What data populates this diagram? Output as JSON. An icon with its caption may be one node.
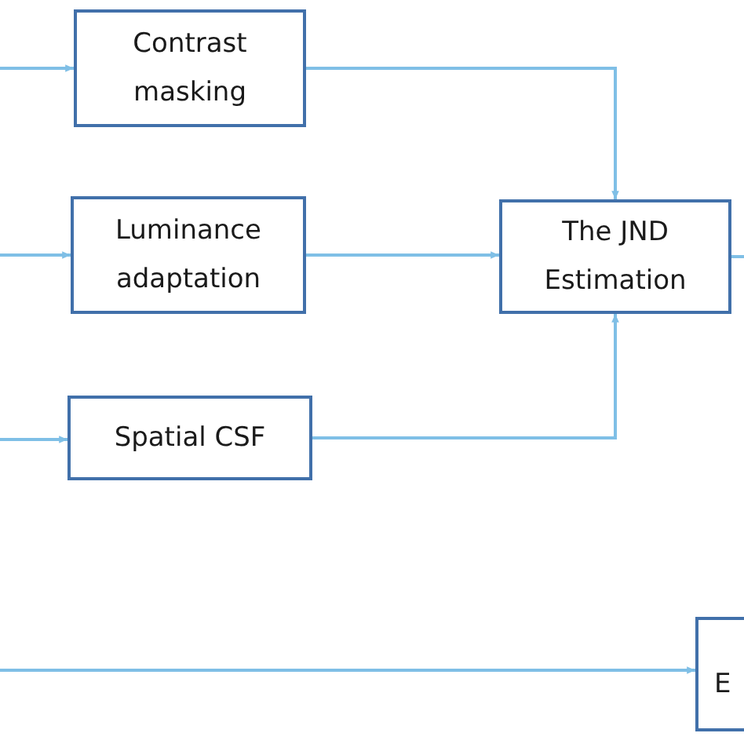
{
  "diagram": {
    "nodes": [
      {
        "text": [
          "Contrast masking"
        ]
      },
      {
        "text": [
          "Luminance adaptation"
        ]
      },
      {
        "text": [
          "Spatial CSF"
        ]
      },
      {
        "text": [
          "The JND Estimation"
        ]
      },
      {
        "text": [
          "E"
        ]
      }
    ],
    "edges": [
      {
        "from": null,
        "to": 0,
        "arrow": "to"
      },
      {
        "from": null,
        "to": 1,
        "arrow": "to"
      },
      {
        "from": null,
        "to": 2,
        "arrow": "to"
      },
      {
        "from": 0,
        "to": 3,
        "arrow": "to"
      },
      {
        "from": 1,
        "to": 3,
        "arrow": "to"
      },
      {
        "from": 2,
        "to": 3,
        "arrow": "to"
      },
      {
        "from": 3,
        "to": null,
        "arrow": "none"
      },
      {
        "from": null,
        "to": 4,
        "arrow": "to"
      }
    ]
  }
}
